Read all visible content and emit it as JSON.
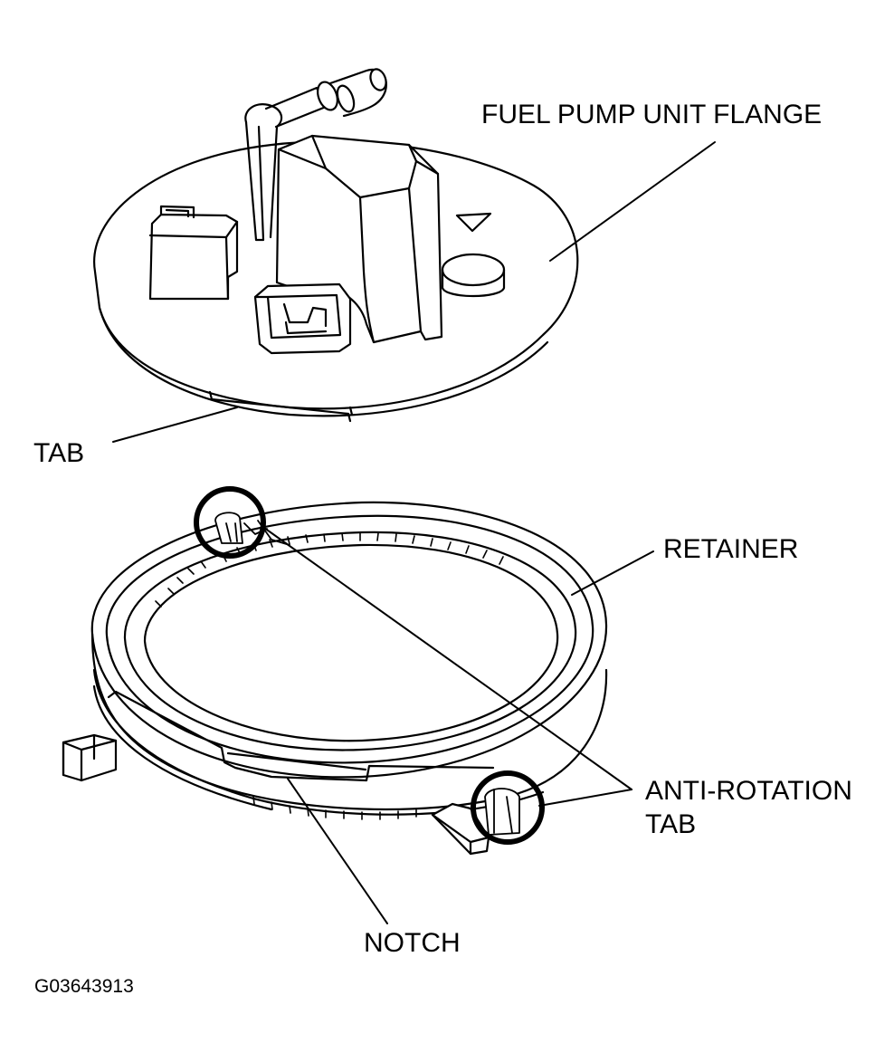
{
  "labels": {
    "fuel_pump_unit_flange": "FUEL PUMP UNIT FLANGE",
    "tab": "TAB",
    "retainer": "RETAINER",
    "anti_rotation_line1": "ANTI-ROTATION",
    "anti_rotation_line2": "TAB",
    "notch": "NOTCH",
    "figure_id": "G03643913"
  },
  "colors": {
    "ink": "#000000",
    "paper": "#ffffff"
  }
}
